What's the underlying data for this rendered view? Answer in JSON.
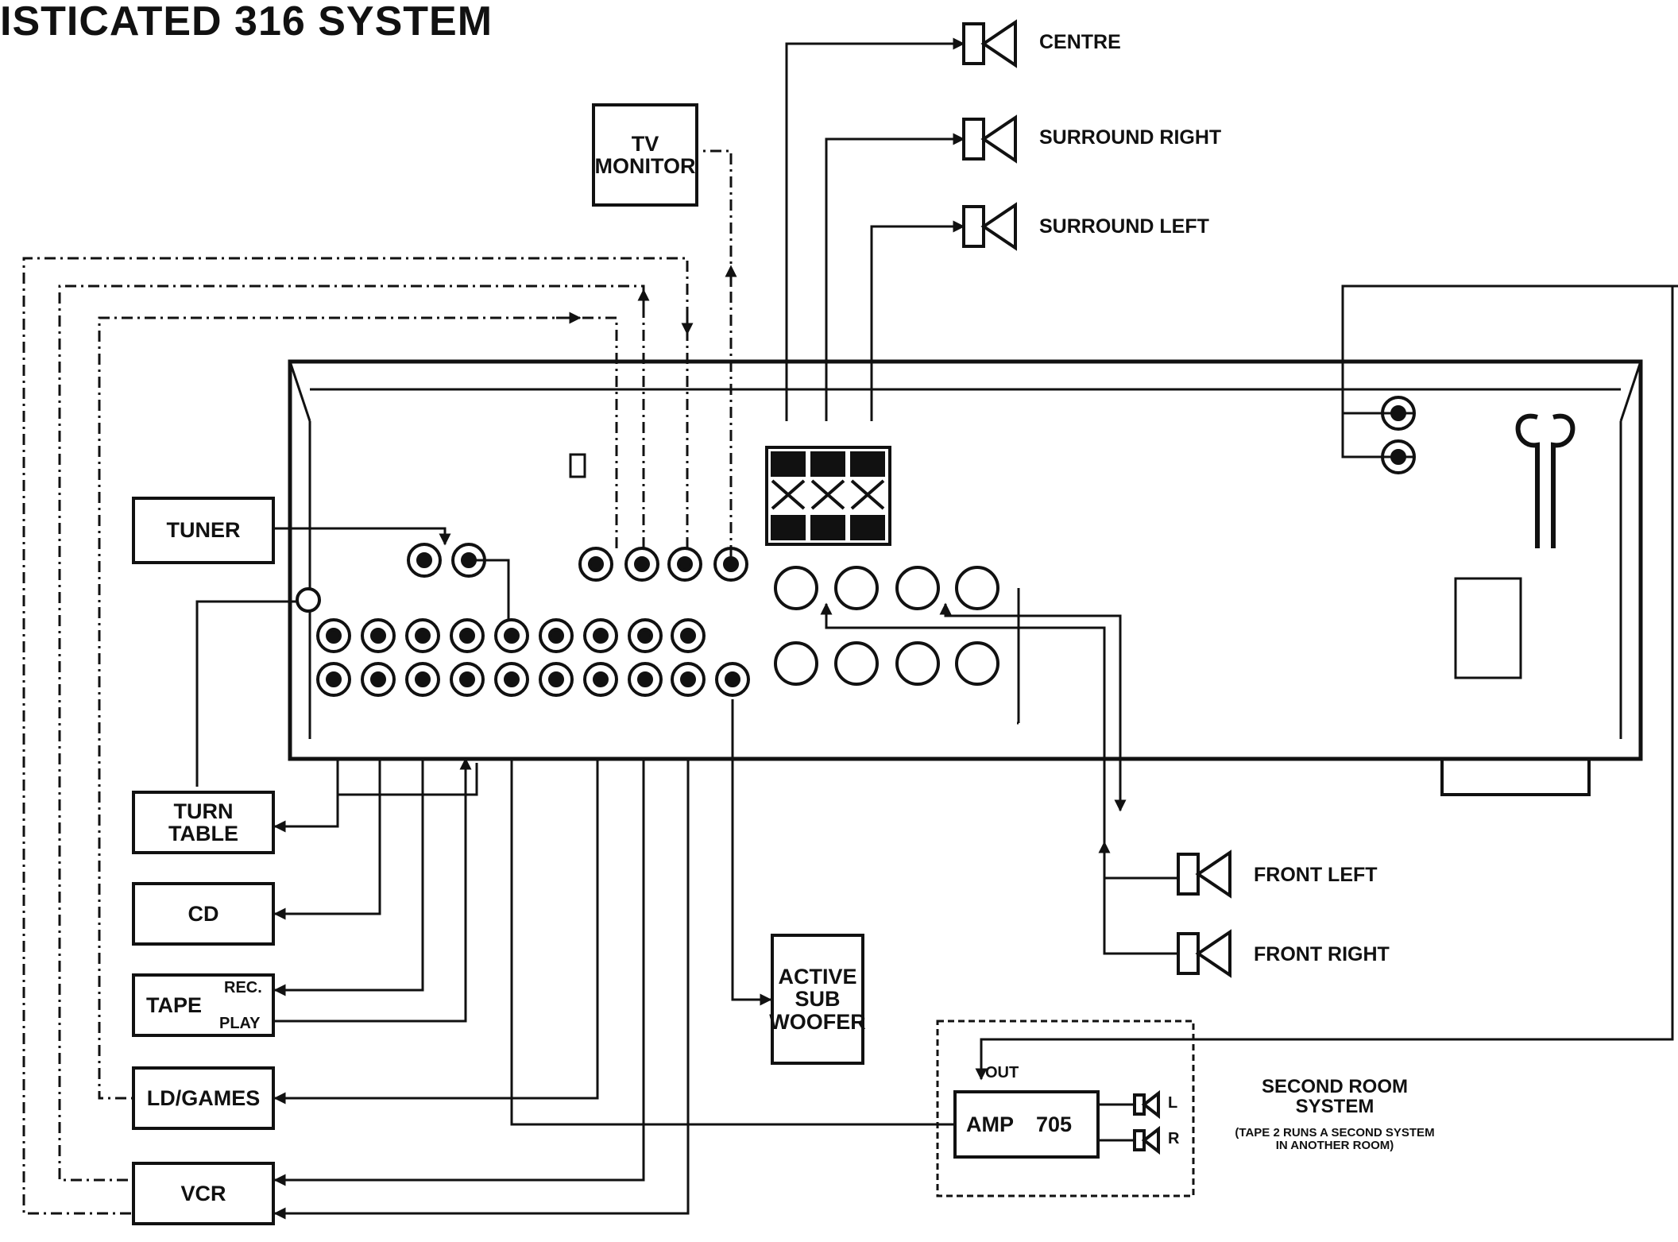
{
  "title": "ISTICATED 316 SYSTEM",
  "components": {
    "tv_monitor": "TV\nMONITOR",
    "tuner": "TUNER",
    "turntable": "TURN\nTABLE",
    "cd": "CD",
    "tape": "TAPE",
    "tape_rec": "REC.",
    "tape_play": "PLAY",
    "ld_games": "LD/GAMES",
    "vcr": "VCR",
    "active_sub_woofer": "ACTIVE\nSUB\nWOOFER",
    "amp_label": "AMP",
    "amp_model": "705",
    "amp_out": "OUT"
  },
  "speakers": {
    "centre": "CENTRE",
    "surround_right": "SURROUND RIGHT",
    "surround_left": "SURROUND LEFT",
    "front_left": "FRONT LEFT",
    "front_right": "FRONT RIGHT",
    "second_room_l": "L",
    "second_room_r": "R"
  },
  "second_room": {
    "title": "SECOND ROOM\nSYSTEM",
    "note": "(TAPE 2 RUNS A SECOND SYSTEM\nIN ANOTHER ROOM)"
  },
  "colors": {
    "ink": "#111111",
    "background": "#ffffff"
  }
}
